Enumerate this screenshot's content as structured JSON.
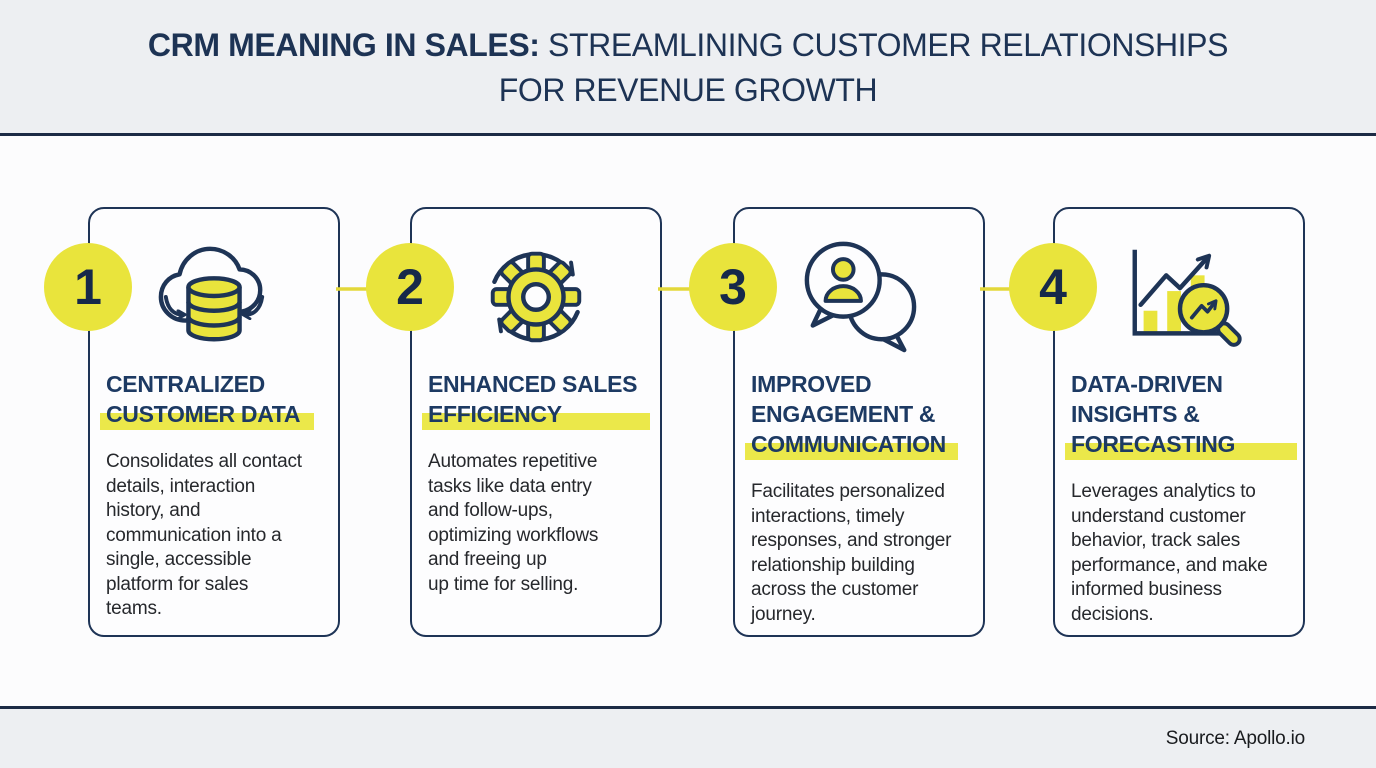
{
  "header": {
    "title_bold": "CRM MEANING IN SALES:",
    "title_rest": " STREAMLINING CUSTOMER RELATIONSHIPS",
    "title_line2": "FOR REVENUE GROWTH"
  },
  "colors": {
    "navy": "#1e3456",
    "title_navy": "#1d3a63",
    "yellow": "#e9e43c",
    "highlight_yellow": "#ebe84a",
    "arrow_yellow": "#e3d83a",
    "band_background": "#edeff2",
    "card_background": "#fdfdfe"
  },
  "cards": [
    {
      "number": "1",
      "icon": "cloud-database-icon",
      "title_line1": "CENTRALIZED",
      "title_highlight": "CUSTOMER DATA",
      "body": "Consolidates all contact\ndetails, interaction\nhistory, and\ncommunication into a\nsingle, accessible\nplatform for sales\nteams."
    },
    {
      "number": "2",
      "icon": "gear-sync-icon",
      "title_line1": "ENHANCED SALES",
      "title_highlight": "EFFICIENCY",
      "body": "Automates repetitive\ntasks like data entry\nand follow-ups,\noptimizing workflows\nand freeing up\nup time for selling."
    },
    {
      "number": "3",
      "icon": "chat-bubbles-person-icon",
      "title_line1": "IMPROVED",
      "title_line2": "ENGAGEMENT &",
      "title_highlight": "COMMUNICATION",
      "body": "Facilitates personalized\ninteractions, timely\nresponses, and stronger\nrelationship building\nacross the customer\njourney."
    },
    {
      "number": "4",
      "icon": "chart-magnifier-icon",
      "title_line1": "DATA-DRIVEN",
      "title_line2": "INSIGHTS &",
      "title_highlight": "FORECASTING",
      "body": "Leverages analytics to\nunderstand customer\nbehavior, track sales\nperformance, and make\ninformed business\ndecisions."
    }
  ],
  "footer": {
    "source": "Source: Apollo.io"
  }
}
